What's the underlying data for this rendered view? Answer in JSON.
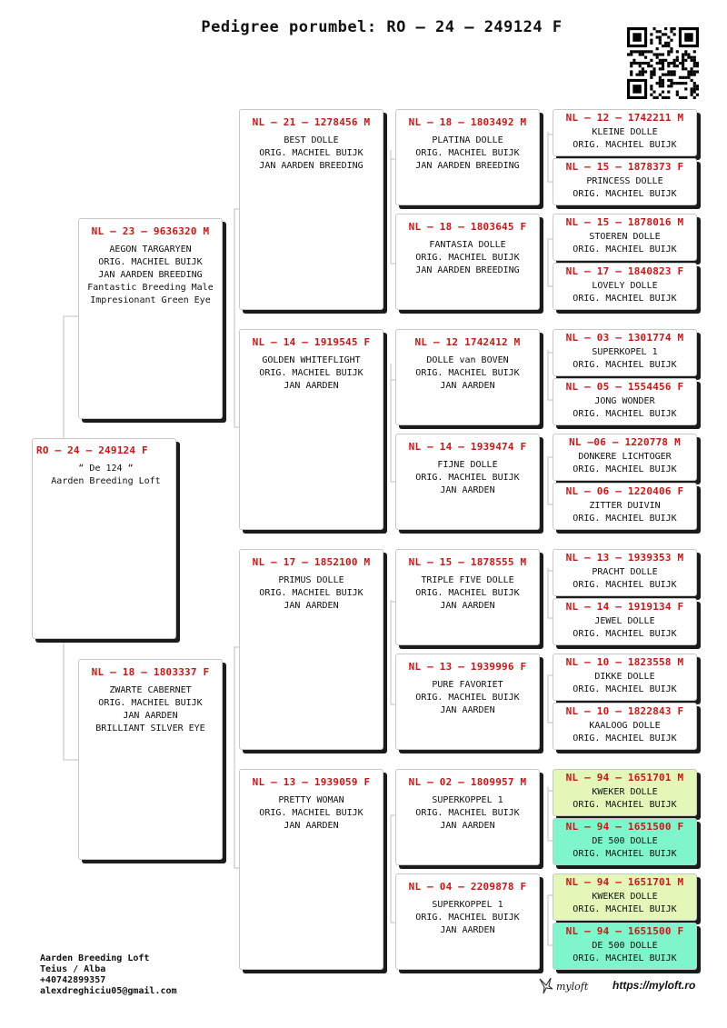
{
  "title": "Pedigree porumbel: RO – 24 – 249124 F",
  "root": {
    "id": "RO – 24 – 249124 F",
    "lines": [
      "“ De 124 “",
      "",
      "Aarden Breeding Loft"
    ]
  },
  "sire": {
    "id": "NL – 23 – 9636320 M",
    "lines": [
      "AEGON TARGARYEN",
      "",
      "ORIG. MACHIEL BUIJK",
      "JAN AARDEN BREEDING",
      "",
      "Fantastic Breeding Male",
      "Impresionant Green Eye"
    ]
  },
  "dam": {
    "id": "NL – 18 – 1803337 F",
    "lines": [
      "ZWARTE CABERNET",
      "",
      "ORIG. MACHIEL BUIJK",
      "JAN AARDEN",
      "",
      "BRILLIANT SILVER EYE"
    ]
  },
  "gen2": [
    {
      "id": "NL – 21 – 1278456 M",
      "lines": [
        "BEST DOLLE",
        "",
        "ORIG. MACHIEL BUIJK",
        "JAN AARDEN BREEDING"
      ]
    },
    {
      "id": "NL – 14 – 1919545 F",
      "lines": [
        "GOLDEN WHITEFLIGHT",
        "",
        "ORIG. MACHIEL BUIJK",
        "JAN AARDEN"
      ]
    },
    {
      "id": "NL – 17 – 1852100 M",
      "lines": [
        "PRIMUS DOLLE",
        "",
        "ORIG. MACHIEL BUIJK",
        "JAN AARDEN"
      ]
    },
    {
      "id": "NL – 13 – 1939059 F",
      "lines": [
        "PRETTY WOMAN",
        "",
        "ORIG. MACHIEL BUIJK",
        "JAN AARDEN"
      ]
    }
  ],
  "gen3": [
    {
      "id": "NL – 18 – 1803492 M",
      "lines": [
        "PLATINA DOLLE",
        "",
        "ORIG. MACHIEL BUIJK",
        "JAN AARDEN BREEDING"
      ]
    },
    {
      "id": "NL – 18 – 1803645 F",
      "lines": [
        "FANTASIA DOLLE",
        "",
        "ORIG. MACHIEL BUIJK",
        "JAN AARDEN BREEDING"
      ]
    },
    {
      "id": "NL – 12 1742412 M",
      "lines": [
        "DOLLE van BOVEN",
        "",
        "ORIG. MACHIEL BUIJK",
        "JAN AARDEN"
      ]
    },
    {
      "id": "NL – 14 – 1939474 F",
      "lines": [
        "FIJNE DOLLE",
        "",
        "ORIG. MACHIEL BUIJK",
        "JAN AARDEN"
      ]
    },
    {
      "id": "NL – 15 – 1878555 M",
      "lines": [
        "TRIPLE FIVE DOLLE",
        "",
        "ORIG. MACHIEL BUIJK",
        "JAN AARDEN"
      ]
    },
    {
      "id": "NL – 13 – 1939996 F",
      "lines": [
        "PURE FAVORIET",
        "",
        "ORIG. MACHIEL BUIJK",
        "JAN AARDEN"
      ]
    },
    {
      "id": "NL – 02 – 1809957 M",
      "lines": [
        "SUPERKOPPEL 1",
        "ORIG. MACHIEL BUIJK",
        "JAN AARDEN"
      ]
    },
    {
      "id": "NL – 04 – 2209878 F",
      "lines": [
        "SUPERKOPPEL 1",
        "ORIG. MACHIEL BUIJK",
        "JAN AARDEN"
      ]
    }
  ],
  "gen4": [
    {
      "id": "NL – 12 – 1742211 M",
      "lines": [
        "KLEINE DOLLE",
        "ORIG. MACHIEL BUIJK"
      ],
      "highlight": "none"
    },
    {
      "id": "NL – 15 – 1878373 F",
      "lines": [
        "PRINCESS DOLLE",
        "ORIG. MACHIEL BUIJK"
      ],
      "highlight": "none"
    },
    {
      "id": "NL – 15 – 1878016 M",
      "lines": [
        "STOEREN DOLLE",
        "ORIG. MACHIEL BUIJK"
      ],
      "highlight": "none"
    },
    {
      "id": "NL – 17 – 1840823 F",
      "lines": [
        "LOVELY DOLLE",
        "ORIG. MACHIEL BUIJK"
      ],
      "highlight": "none"
    },
    {
      "id": "NL – 03 – 1301774 M",
      "lines": [
        "SUPERKOPEL 1",
        "ORIG. MACHIEL BUIJK"
      ],
      "highlight": "none"
    },
    {
      "id": "NL – 05 – 1554456 F",
      "lines": [
        "JONG WONDER",
        "ORIG. MACHIEL BUIJK"
      ],
      "highlight": "none"
    },
    {
      "id": "NL –06 – 1220778 M",
      "lines": [
        "DONKERE LICHTOGER",
        "ORIG. MACHIEL BUIJK"
      ],
      "highlight": "none"
    },
    {
      "id": "NL – 06 – 1220406 F",
      "lines": [
        "ZITTER DUIVIN",
        "ORIG. MACHIEL BUIJK"
      ],
      "highlight": "none"
    },
    {
      "id": "NL – 13 – 1939353 M",
      "lines": [
        "PRACHT DOLLE",
        "ORIG. MACHIEL BUIJK"
      ],
      "highlight": "none"
    },
    {
      "id": "NL – 14 – 1919134 F",
      "lines": [
        "JEWEL DOLLE",
        "ORIG. MACHIEL BUIJK"
      ],
      "highlight": "none"
    },
    {
      "id": "NL – 10 – 1823558 M",
      "lines": [
        "DIKKE DOLLE",
        "ORIG. MACHIEL BUIJK"
      ],
      "highlight": "none"
    },
    {
      "id": "NL – 10 – 1822843 F",
      "lines": [
        "KAALOOG DOLLE",
        "ORIG. MACHIEL BUIJK"
      ],
      "highlight": "none"
    },
    {
      "id": "NL – 94 – 1651701 M",
      "lines": [
        "KWEKER DOLLE",
        "ORIG. MACHIEL BUIJK"
      ],
      "highlight": "#e2f7b8"
    },
    {
      "id": "NL – 94 – 1651500 F",
      "lines": [
        "DE 500 DOLLE",
        "ORIG. MACHIEL BUIJK"
      ],
      "highlight": "#7ff5cc"
    },
    {
      "id": "NL – 94 – 1651701 M",
      "lines": [
        "KWEKER DOLLE",
        "ORIG. MACHIEL BUIJK"
      ],
      "highlight": "#e2f7b8"
    },
    {
      "id": "NL – 94 – 1651500 F",
      "lines": [
        "DE 500 DOLLE",
        "ORIG. MACHIEL BUIJK"
      ],
      "highlight": "#7ff5cc"
    }
  ],
  "footer": {
    "line1": "Aarden Breeding Loft",
    "line2": "Teius / Alba",
    "line3": "+40742899357",
    "line4": "alexdreghiciu05@gmail.com"
  },
  "brand": {
    "logo_text": "myloft",
    "url": "https://myloft.ro"
  },
  "colors": {
    "id_red": "#d01313",
    "shadow": "#1b1b1b",
    "highlight_yellowgreen": "#e2f7b8",
    "highlight_mint": "#7ff5cc"
  },
  "icons": [
    "qr-code-icon",
    "myloft-bird-logo-icon"
  ]
}
